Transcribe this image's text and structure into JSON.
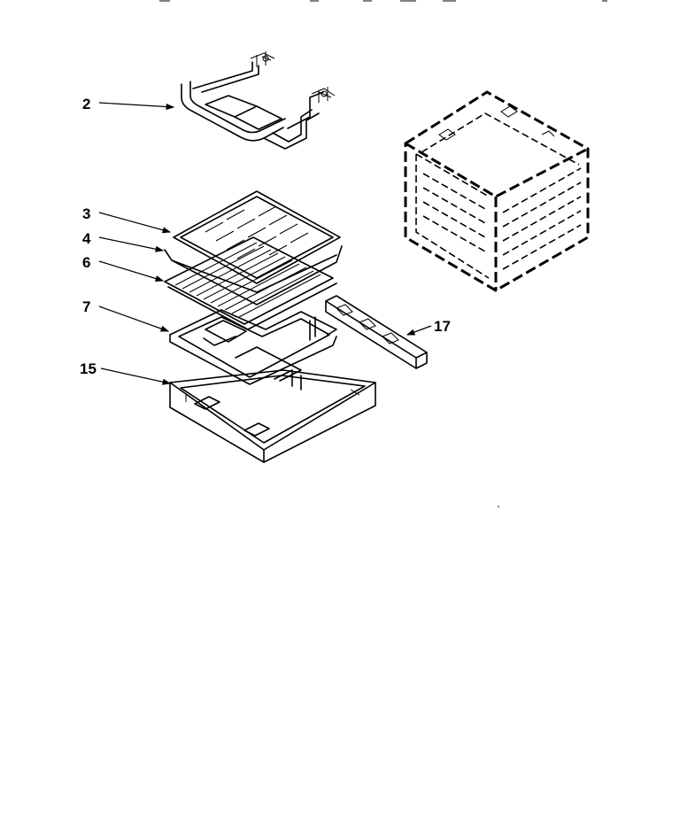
{
  "callouts": {
    "bake_element": "2",
    "broiler_pan": "3",
    "broiler_pan_insert": "4",
    "oven_rack": "6",
    "broil_element": "7",
    "drip_pan": "15",
    "rack_support": "17"
  },
  "colors": {
    "ink": "#000000",
    "paper": "#ffffff"
  }
}
